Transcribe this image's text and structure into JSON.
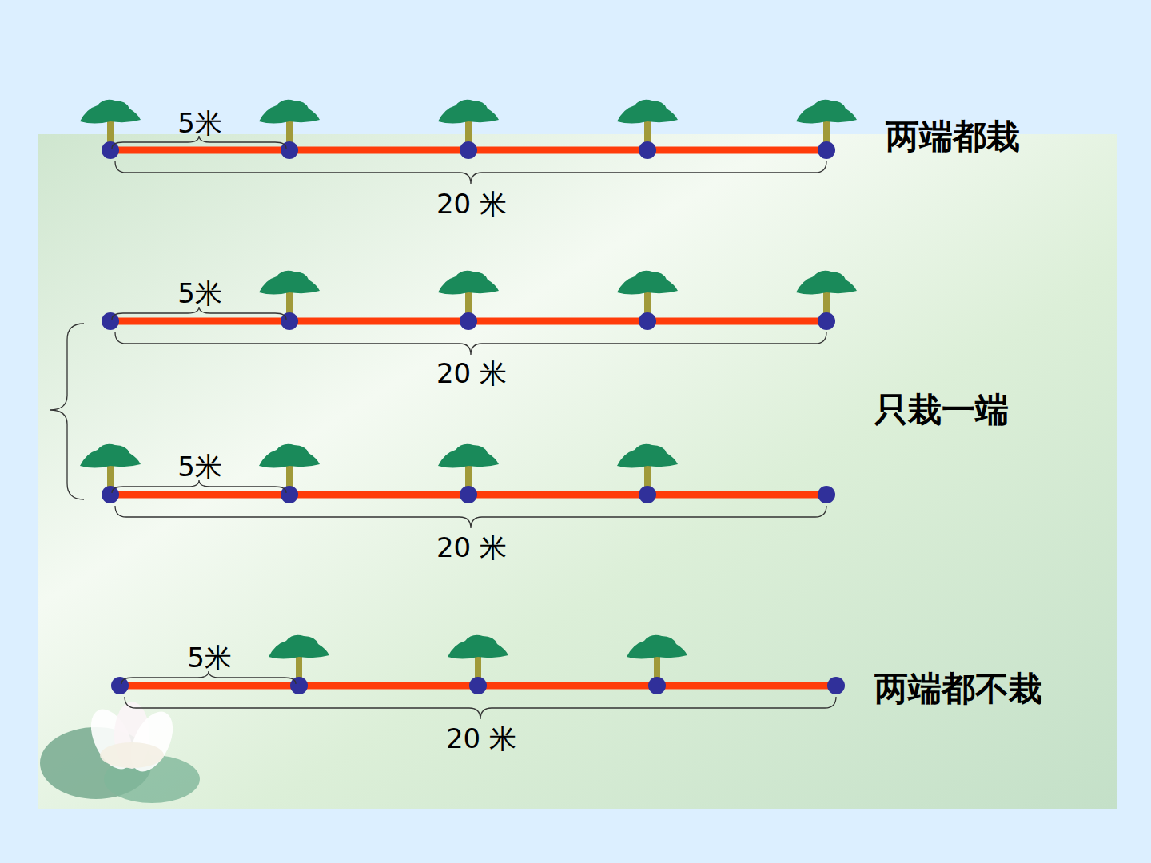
{
  "diagram": {
    "labels": [
      "5米",
      "20 米",
      "两端都栽",
      "5米",
      "20 米",
      "5米",
      "20 米",
      "只栽一端",
      "5米",
      "20 米",
      "两端都不栽"
    ]
  }
}
